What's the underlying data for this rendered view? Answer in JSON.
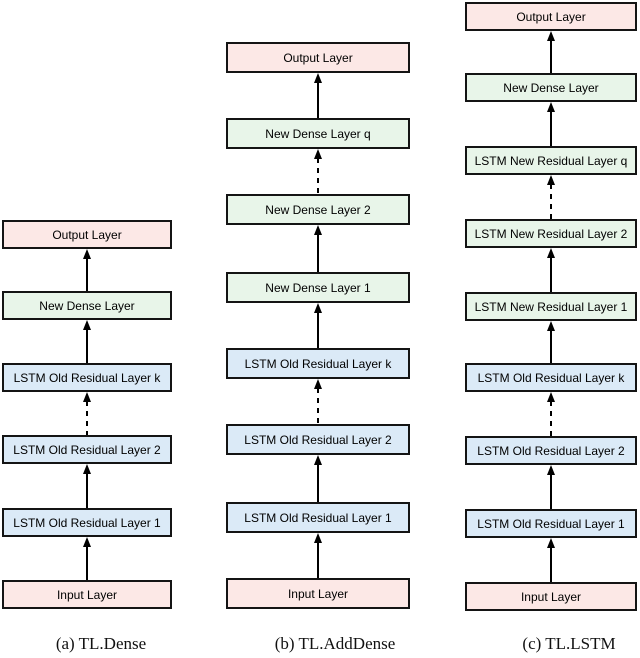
{
  "colors": {
    "input_output_fill": "#fce8e6",
    "new_layer_fill": "#e8f5e9",
    "old_layer_fill": "#dbeaf7",
    "box_border": "#141414",
    "arrow": "#000000"
  },
  "diagrams": [
    {
      "caption": "(a) TL.Dense",
      "layers": [
        {
          "label": "Output Layer",
          "color": "pink"
        },
        {
          "label": "New Dense Layer",
          "color": "green"
        },
        {
          "label": "LSTM Old Residual Layer k",
          "color": "blue"
        },
        {
          "label": "LSTM Old Residual Layer 2",
          "color": "blue"
        },
        {
          "label": "LSTM Old Residual Layer 1",
          "color": "blue"
        },
        {
          "label": "Input Layer",
          "color": "pink"
        }
      ],
      "arrows_top_to_bottom": [
        "solid",
        "solid",
        "dashed",
        "solid",
        "solid"
      ]
    },
    {
      "caption": "(b) TL.AddDense",
      "layers": [
        {
          "label": "Output Layer",
          "color": "pink"
        },
        {
          "label": "New Dense Layer q",
          "color": "green"
        },
        {
          "label": "New Dense Layer 2",
          "color": "green"
        },
        {
          "label": "New Dense Layer 1",
          "color": "green"
        },
        {
          "label": "LSTM Old Residual Layer k",
          "color": "blue"
        },
        {
          "label": "LSTM Old Residual Layer 2",
          "color": "blue"
        },
        {
          "label": "LSTM Old Residual Layer 1",
          "color": "blue"
        },
        {
          "label": "Input Layer",
          "color": "pink"
        }
      ],
      "arrows_top_to_bottom": [
        "solid",
        "dashed",
        "solid",
        "solid",
        "dashed",
        "solid",
        "solid"
      ]
    },
    {
      "caption": "(c) TL.LSTM",
      "layers": [
        {
          "label": "Output Layer",
          "color": "pink"
        },
        {
          "label": "New Dense Layer",
          "color": "green"
        },
        {
          "label": "LSTM New Residual Layer q",
          "color": "green"
        },
        {
          "label": "LSTM New Residual Layer 2",
          "color": "green"
        },
        {
          "label": "LSTM New Residual Layer 1",
          "color": "green"
        },
        {
          "label": "LSTM Old Residual Layer k",
          "color": "blue"
        },
        {
          "label": "LSTM Old Residual Layer 2",
          "color": "blue"
        },
        {
          "label": "LSTM Old Residual Layer 1",
          "color": "blue"
        },
        {
          "label": "Input Layer",
          "color": "pink"
        }
      ],
      "arrows_top_to_bottom": [
        "solid",
        "solid",
        "dashed",
        "solid",
        "solid",
        "dashed",
        "solid",
        "solid"
      ]
    }
  ]
}
